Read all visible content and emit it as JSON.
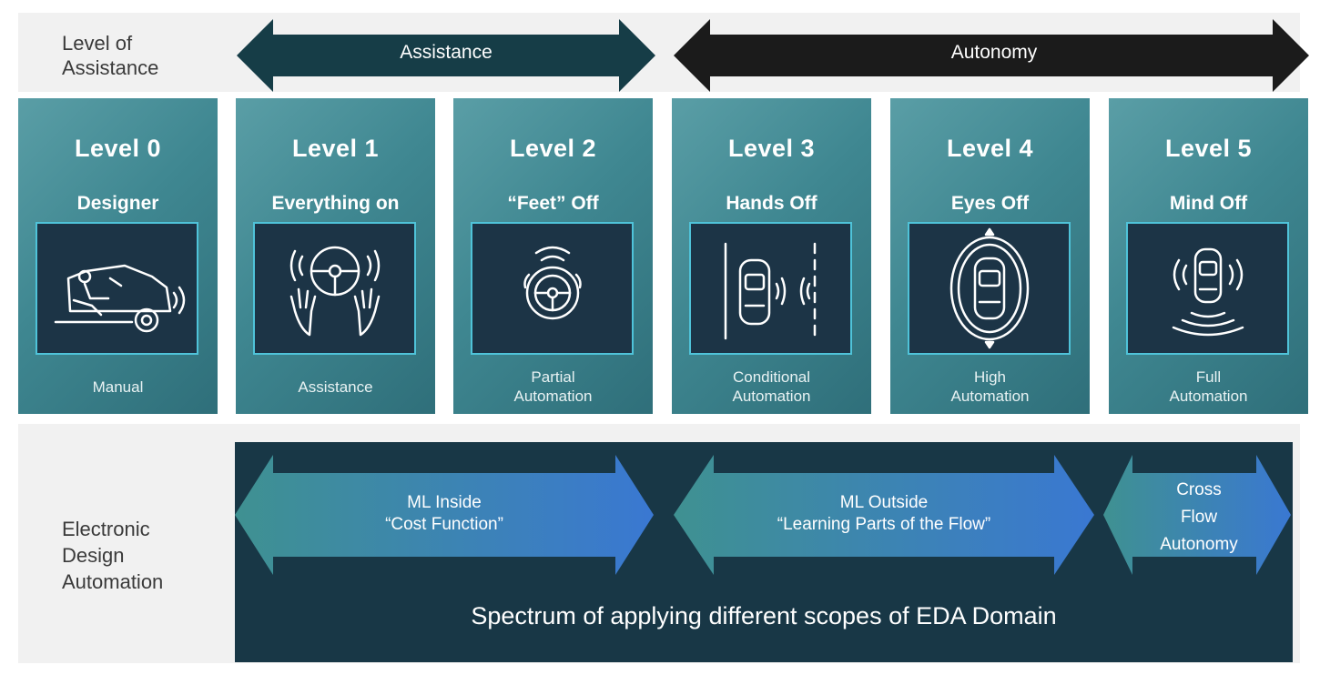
{
  "rows": {
    "top_label": "Level of\nAssistance",
    "bottom_label": "Electronic\nDesign\nAutomation"
  },
  "top_arrows": {
    "assistance": "Assistance",
    "autonomy": "Autonomy"
  },
  "levels": [
    {
      "title": "Level 0",
      "subtitle": "Designer",
      "description": "Manual",
      "icon": "car-driver-icon"
    },
    {
      "title": "Level 1",
      "subtitle": "Everything on",
      "description": "Assistance",
      "icon": "steering-wheel-hands-icon"
    },
    {
      "title": "Level 2",
      "subtitle": "“Feet” Off",
      "description": "Partial\nAutomation",
      "icon": "steering-wheel-icon"
    },
    {
      "title": "Level 3",
      "subtitle": "Hands Off",
      "description": "Conditional\nAutomation",
      "icon": "car-lane-icon"
    },
    {
      "title": "Level 4",
      "subtitle": "Eyes Off",
      "description": "High\nAutomation",
      "icon": "car-surround-icon"
    },
    {
      "title": "Level 5",
      "subtitle": "Mind Off",
      "description": "Full\nAutomation",
      "icon": "car-signal-icon"
    }
  ],
  "eda": {
    "ml_inside": "ML Inside\n“Cost Function”",
    "ml_outside": "ML Outside\n“Learning Parts of the Flow”",
    "cross_flow": "Cross\nFlow\nAutonomy",
    "spectrum": "Spectrum of applying different scopes of EDA Domain"
  },
  "colors": {
    "level_box": "#3f8791",
    "icon_box": "#1c3446",
    "icon_border": "#4fc3d9",
    "assistance_arrow": "#163d47",
    "autonomy_arrow": "#1b1b1b",
    "eda_panel": "#183746",
    "eda_arrow_start": "#3f9191",
    "eda_arrow_end": "#3a78d2"
  }
}
